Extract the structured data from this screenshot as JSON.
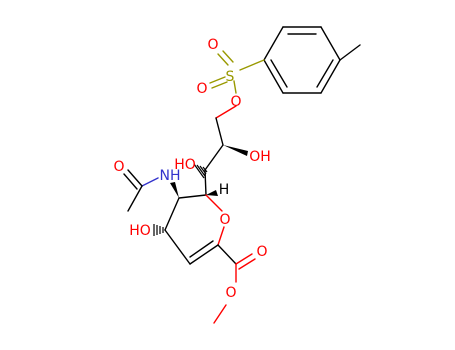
{
  "molecule": {
    "atoms": {
      "sulfur": {
        "label": "S",
        "color": "#999900"
      },
      "sulfonyl_o_top": {
        "label": "O",
        "color": "#ff0000"
      },
      "sulfonyl_o_left": {
        "label": "O",
        "color": "#ff0000"
      },
      "ester_o_tosyl": {
        "label": "O",
        "color": "#ff0000"
      },
      "hydroxyl_right": {
        "label": "OH",
        "color": "#ff0000"
      },
      "hydroxyl_left": {
        "label": "HO",
        "color": "#ff0000"
      },
      "hydroxyl_ring": {
        "label": "HO",
        "color": "#ff0000"
      },
      "acetyl_o": {
        "label": "O",
        "color": "#ff0000"
      },
      "amide_n": {
        "label": "NH",
        "color": "#3333cc"
      },
      "ring_o": {
        "label": "O",
        "color": "#ff0000"
      },
      "ester_carbonyl_o": {
        "label": "O",
        "color": "#ff0000"
      },
      "ester_o_methyl": {
        "label": "O",
        "color": "#ff0000"
      },
      "stereo_h": {
        "label": "H",
        "color": "#000000"
      }
    },
    "colors": {
      "carbon_bond": "#000000",
      "oxygen": "#ff0000",
      "nitrogen": "#3333cc",
      "sulfur": "#999900"
    }
  }
}
